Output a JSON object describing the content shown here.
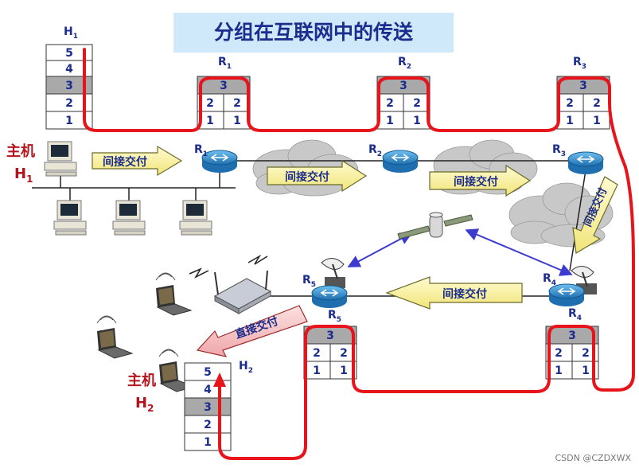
{
  "title": "分组在互联网中的传送",
  "hosts": {
    "h1": {
      "label": "H",
      "sub": "1",
      "side_label_main": "主机",
      "side_label_h": "H",
      "side_sub": "1",
      "layers": [
        "5",
        "4",
        "3",
        "2",
        "1"
      ]
    },
    "h2": {
      "label": "H",
      "sub": "2",
      "side_label_main": "主机",
      "side_label_h": "H",
      "side_sub": "2",
      "layers": [
        "5",
        "4",
        "3",
        "2",
        "1"
      ]
    }
  },
  "routers": [
    {
      "id": "R1",
      "label": "R",
      "sub": "1",
      "stack_top": "3",
      "stack_left": [
        "2",
        "1"
      ],
      "stack_right": [
        "2",
        "1"
      ]
    },
    {
      "id": "R2",
      "label": "R",
      "sub": "2",
      "stack_top": "3",
      "stack_left": [
        "2",
        "1"
      ],
      "stack_right": [
        "2",
        "1"
      ]
    },
    {
      "id": "R3",
      "label": "R",
      "sub": "3",
      "stack_top": "3",
      "stack_left": [
        "2",
        "1"
      ],
      "stack_right": [
        "2",
        "1"
      ]
    },
    {
      "id": "R4",
      "label": "R",
      "sub": "4",
      "stack_top": "3",
      "stack_left": [
        "2",
        "1"
      ],
      "stack_right": [
        "2",
        "1"
      ]
    },
    {
      "id": "R5",
      "label": "R",
      "sub": "5",
      "stack_top": "3",
      "stack_left": [
        "2",
        "1"
      ],
      "stack_right": [
        "2",
        "1"
      ]
    }
  ],
  "arrows": {
    "indirect": "间接交付",
    "direct": "直接交付"
  },
  "watermark": "CSDN @CZDXWX",
  "colors": {
    "path": "#e8141c",
    "arrow_fill": "#fbf5a6",
    "arrow_stroke": "#6a6a2a",
    "direct_fill": "#f7c6c8",
    "direct_stroke": "#9a2c2c",
    "title_bg": "#cfe9fb",
    "title_text": "#1b2d8c",
    "label_blue": "#1b2d8c",
    "label_red": "#b5141c",
    "layer3_bg": "#a9a9a9",
    "router_blue": "#2e8fd1",
    "cloud": "#c8c8c8",
    "link_blue": "#3b3bd0"
  },
  "icons": {
    "host_computer": "desktop-computer-icon",
    "router": "router-icon",
    "cloud": "cloud-icon",
    "satellite": "satellite-icon",
    "satellite_dish": "satellite-dish-icon",
    "wireless_ap": "wireless-access-point-icon",
    "laptop": "laptop-icon",
    "lightning": "lightning-icon"
  }
}
